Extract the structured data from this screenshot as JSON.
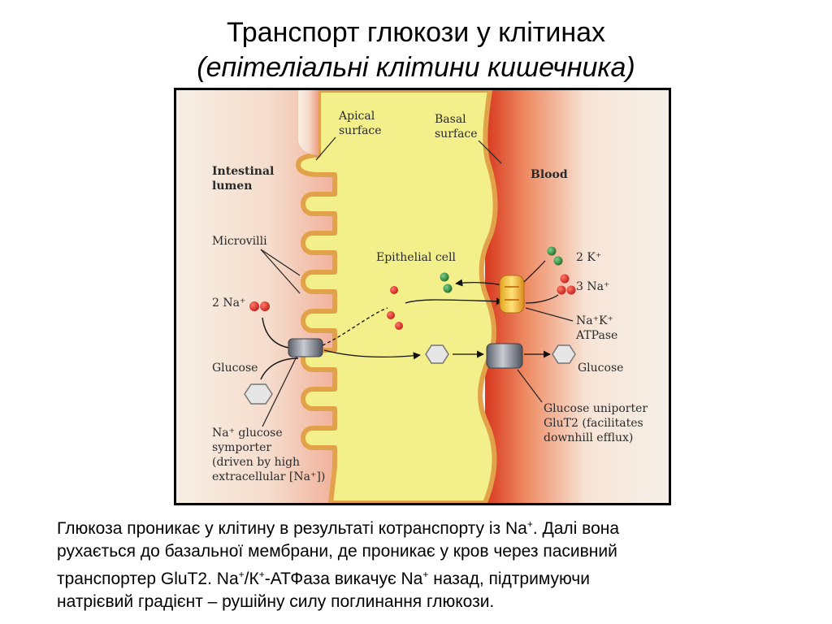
{
  "slide": {
    "title_line1": "Транспорт глюкози у клітинах",
    "title_line2": "(епітеліальні клітини кишечника)"
  },
  "figure": {
    "labels": {
      "apical_1": "Apical",
      "apical_2": "surface",
      "basal_1": "Basal",
      "basal_2": "surface",
      "lumen_1": "Intestinal",
      "lumen_2": "lumen",
      "blood": "Blood",
      "microvilli": "Microvilli",
      "epithelial_cell": "Epithelial cell",
      "na_left": "2 Na⁺",
      "glucose_left": "Glucose",
      "symporter_1": "Na⁺ glucose",
      "symporter_2": "symporter",
      "symporter_3": "(driven by high",
      "symporter_4": "extracellular [Na⁺])",
      "k_right": "2 K⁺",
      "na_right": "3 Na⁺",
      "atpase_1": "Na⁺K⁺",
      "atpase_2": "ATPase",
      "glucose_right": "Glucose",
      "uniporter_1": "Glucose uniporter",
      "uniporter_2": "GluT2 (facilitates",
      "uniporter_3": "downhill efflux)"
    },
    "colors": {
      "cell_fill": "#f3ef8a",
      "membrane": "#e2a24a",
      "lumen_tint": "#f3c9b4",
      "blood_tint": "#e4522e",
      "sodium": "#d42a22",
      "potassium": "#2f8a3a",
      "glucose": "#e6e6e6",
      "transporter": "#6e7480"
    }
  },
  "caption": {
    "line1_a": "Глюкоза проникає у клітину в результаті котранспорту із Na",
    "sup_plus": "+",
    "line1_b": ". Далі вона",
    "line2": "рухається до базальної мембрани, де проникає у кров через пасивний",
    "line3_a": "транспортер GluT2. Na",
    "line3_b": "/К",
    "line3_c": "-АТФаза викачує Na",
    "line3_d": " назад, підтримуючи",
    "line4": "натрієвий градієнт – рушійну силу поглинання глюкози."
  }
}
